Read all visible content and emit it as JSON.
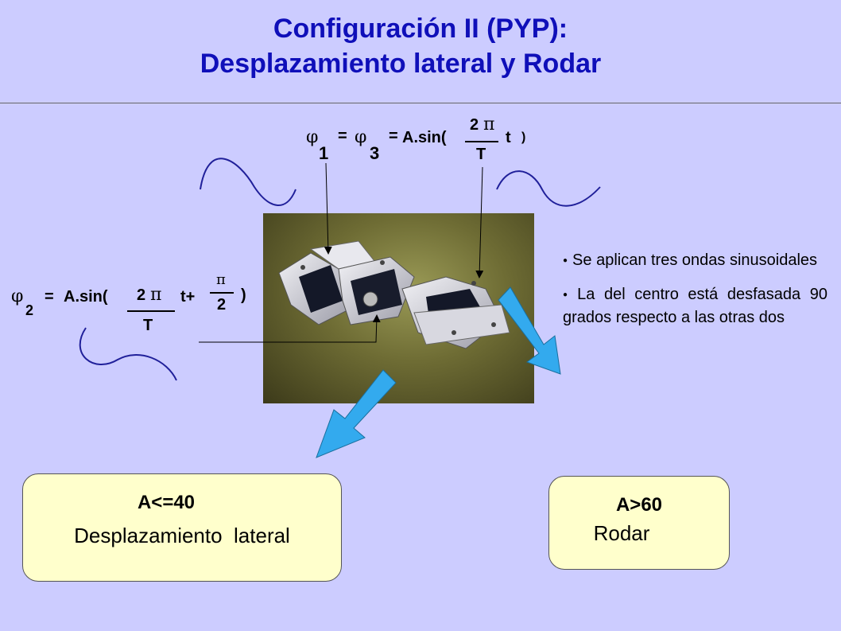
{
  "title": {
    "line1": "Configuración II (PYP):",
    "line2": "Desplazamiento lateral y Rodar"
  },
  "equation_top": {
    "phi": "φ",
    "sub1": "1",
    "eq1": "=",
    "sub3": "3",
    "eq2": "=",
    "func": "A.sin(",
    "num": "2",
    "pi": "π",
    "den": "T",
    "var": "t",
    "close": ")"
  },
  "equation_left": {
    "phi": "φ",
    "sub2": "2",
    "eq": "=",
    "func": "A.sin(",
    "num": "2",
    "pi": "π",
    "den": "T",
    "var": "t+",
    "pi2": "π",
    "den2": "2",
    "close": ")"
  },
  "bullets": [
    "Se aplican tres ondas sinusoidales",
    "La del centro está desfasada 90 grados respecto a las otras dos"
  ],
  "box_left": {
    "condition": "A<=40",
    "result": "Desplazamiento  lateral"
  },
  "box_right": {
    "condition": "A>60",
    "result": "Rodar"
  },
  "colors": {
    "background": "#ccccff",
    "title": "#0f0fb9",
    "arrow": "#33aaee",
    "box": "#ffffcc"
  }
}
